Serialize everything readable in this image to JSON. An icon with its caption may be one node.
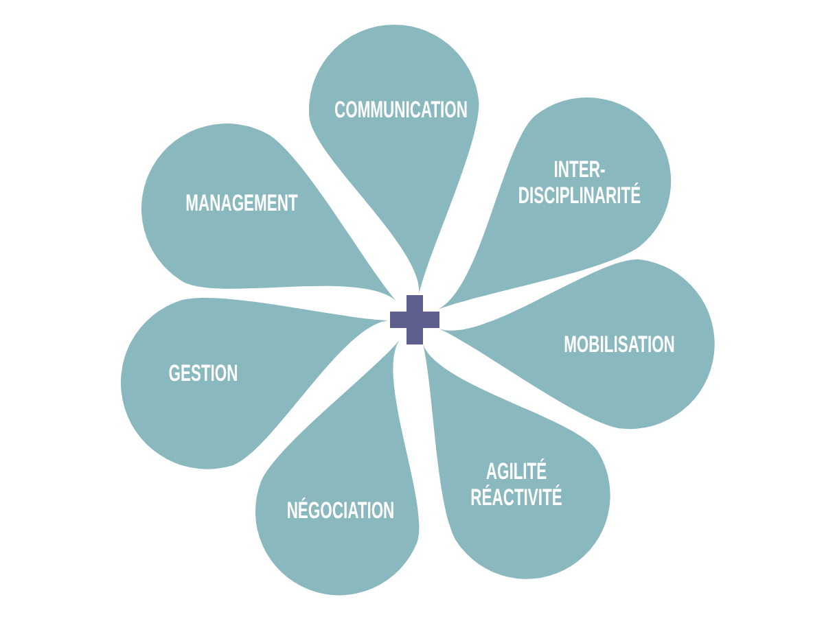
{
  "diagram": {
    "nodes": [
      {
        "text": [
          "COMMUNICATION"
        ]
      },
      {
        "text": [
          "INTER- DISCIPLINARITÉ"
        ]
      },
      {
        "text": [
          "MOBILISATION"
        ]
      },
      {
        "text": [
          "AGILITÉ RÉACTIVITÉ"
        ]
      },
      {
        "text": [
          "NÉGOCIATION"
        ]
      },
      {
        "text": [
          "GESTION"
        ]
      },
      {
        "text": [
          "MANAGEMENT"
        ]
      }
    ]
  }
}
